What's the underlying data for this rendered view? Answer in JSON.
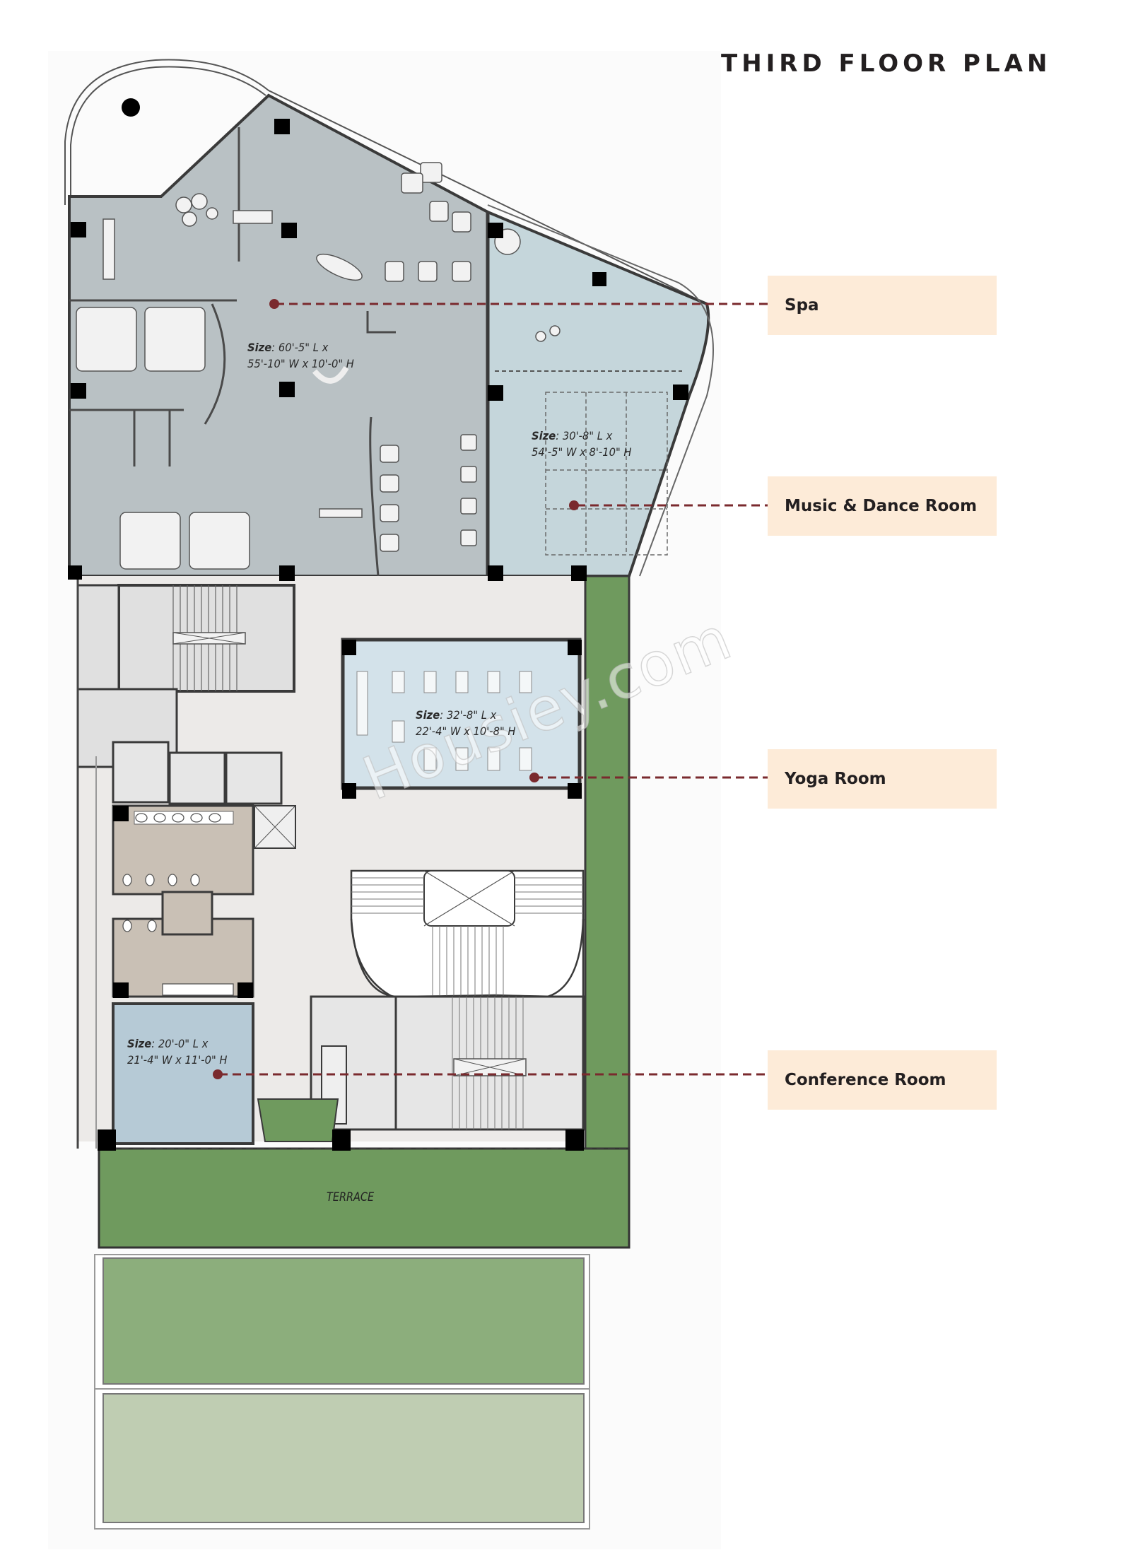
{
  "title": "THIRD FLOOR PLAN",
  "watermark": "Housiey.com",
  "colors": {
    "spa_fill": "#b9c1c4",
    "music_dance_fill": "#c5d6db",
    "yoga_fill": "#d3e2ea",
    "conference_fill": "#b6cad6",
    "lobby_fill": "#eceae8",
    "service_fill": "#d9d9d9",
    "washroom_fill": "#c9c0b5",
    "terrace_fill": "#6f9a5e",
    "planter_fill": "#8cae7c",
    "planter_light_fill": "#bfcdb2",
    "column": "#000000",
    "wall": "#3a3a3a",
    "callout_bg": "#fdebd8",
    "leader_line": "#7a2a2e"
  },
  "rooms": [
    {
      "id": "spa",
      "callout": "Spa",
      "size_prefix": "Size",
      "size_line1": ": 60'-5\" L x",
      "size_line2": "55'-10\" W x 10'-0\" H"
    },
    {
      "id": "music_dance",
      "callout": "Music & Dance Room",
      "size_prefix": "Size",
      "size_line1": ": 30'-8\" L x",
      "size_line2": "54'-5\" W x 8'-10\" H"
    },
    {
      "id": "yoga",
      "callout": "Yoga Room",
      "size_prefix": "Size",
      "size_line1": ": 32'-8\" L x",
      "size_line2": "22'-4\" W x 10'-8\" H"
    },
    {
      "id": "conference",
      "callout": "Conference Room",
      "size_prefix": "Size",
      "size_line1": ": 20'-0\" L x",
      "size_line2": "21'-4\" W x 11'-0\" H"
    }
  ],
  "terrace_label": "TERRACE"
}
